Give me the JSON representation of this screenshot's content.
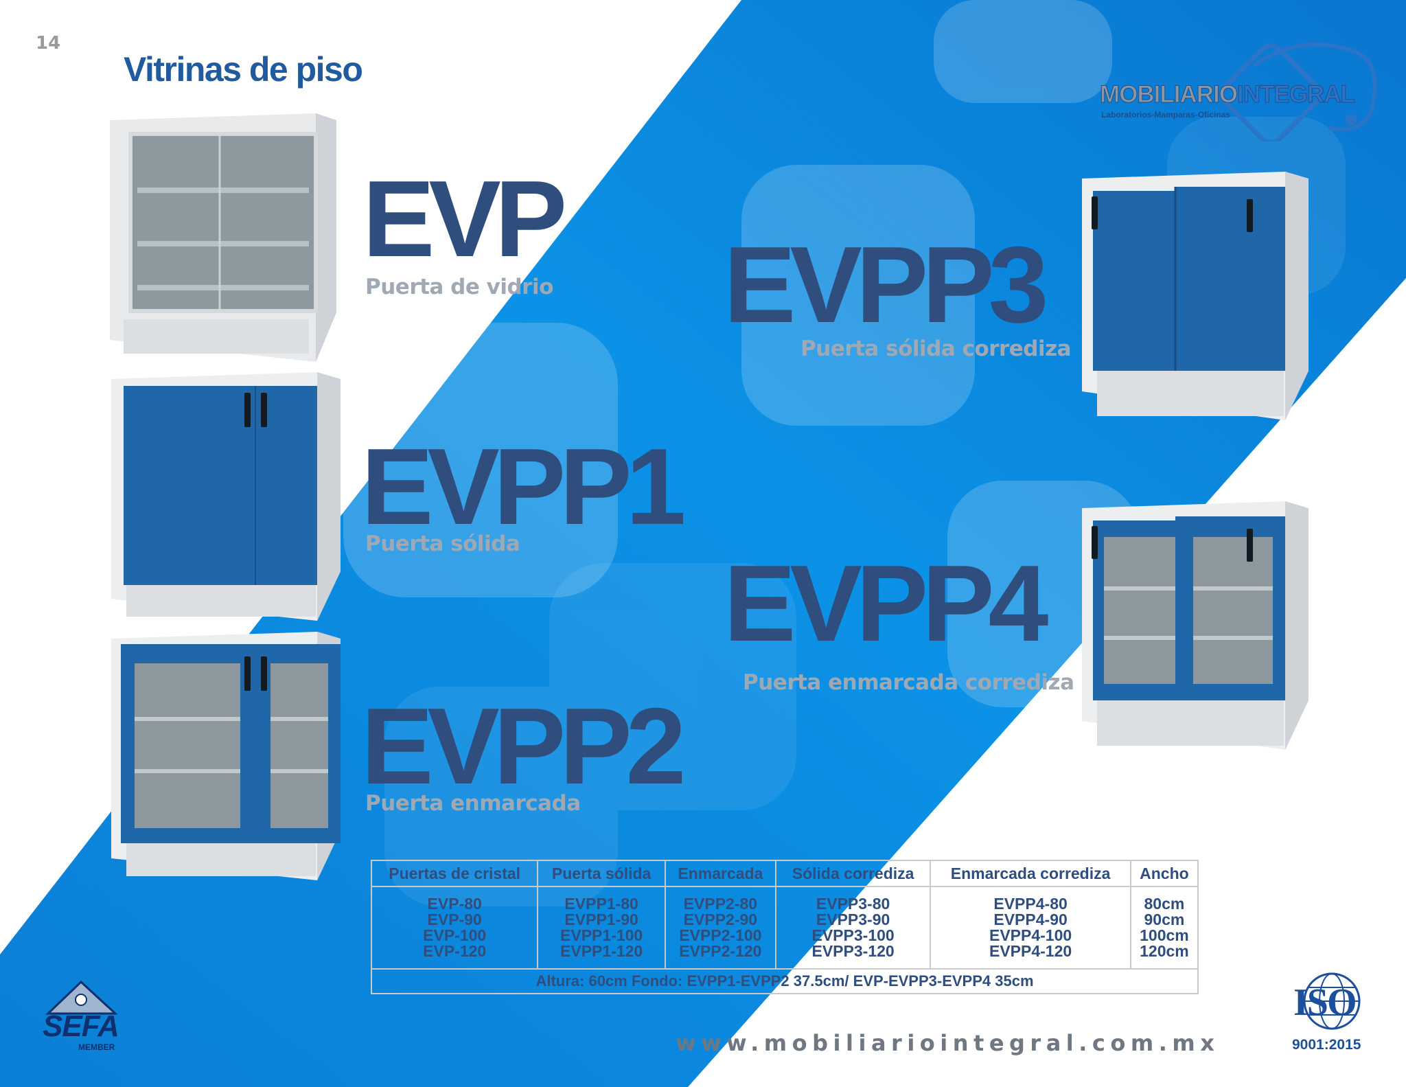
{
  "page": {
    "number": "14",
    "title": "Vitrinas de piso"
  },
  "brand": {
    "logo_main": "MOBILIARIO",
    "logo_accent": "INTEGRAL",
    "logo_tagline": "Laboratorios-Mamparas-Oficinas",
    "website": "www.mobiliariointegral.com.mx"
  },
  "products": [
    {
      "code": "EVP",
      "subtitle": "Puerta de vidrio",
      "image": "glass-door-cabinet"
    },
    {
      "code": "EVPP1",
      "subtitle": "Puerta sólida",
      "image": "solid-door-cabinet"
    },
    {
      "code": "EVPP2",
      "subtitle": "Puerta enmarcada",
      "image": "framed-door-cabinet"
    },
    {
      "code": "EVPP3",
      "subtitle": "Puerta sólida corrediza",
      "image": "sliding-solid-door-cabinet"
    },
    {
      "code": "EVPP4",
      "subtitle": "Puerta enmarcada corrediza",
      "image": "sliding-framed-door-cabinet"
    }
  ],
  "spec_table": {
    "headers": [
      "Puertas de cristal",
      "Puerta sólida",
      "Enmarcada",
      "Sólida corrediza",
      "Enmarcada corrediza",
      "Ancho"
    ],
    "columns": [
      [
        "EVP-80",
        "EVP-90",
        "EVP-100",
        "EVP-120"
      ],
      [
        "EVPP1-80",
        "EVPP1-90",
        "EVPP1-100",
        "EVPP1-120"
      ],
      [
        "EVPP2-80",
        "EVPP2-90",
        "EVPP2-100",
        "EVPP2-120"
      ],
      [
        "EVPP3-80",
        "EVPP3-90",
        "EVPP3-100",
        "EVPP3-120"
      ],
      [
        "EVPP4-80",
        "EVPP4-90",
        "EVPP4-100",
        "EVPP4-120"
      ],
      [
        "80cm",
        "90cm",
        "100cm",
        "120cm"
      ]
    ],
    "footer": "Altura: 60cm Fondo: EVPP1-EVPP2 37.5cm/ EVP-EVPP3-EVPP4 35cm"
  },
  "badges": {
    "sefa": "SEFA",
    "sefa_member": "MEMBER",
    "iso": "ISO",
    "iso_standard": "9001:2015"
  },
  "colors": {
    "band_blue": "#0a8be0",
    "band_dark": "#0a6fc6",
    "code_text": "#2f4e7e",
    "subtitle_text": "#a0a9b3",
    "cabinet_door": "#1f67a8",
    "title_blue": "#1f5b9e"
  }
}
